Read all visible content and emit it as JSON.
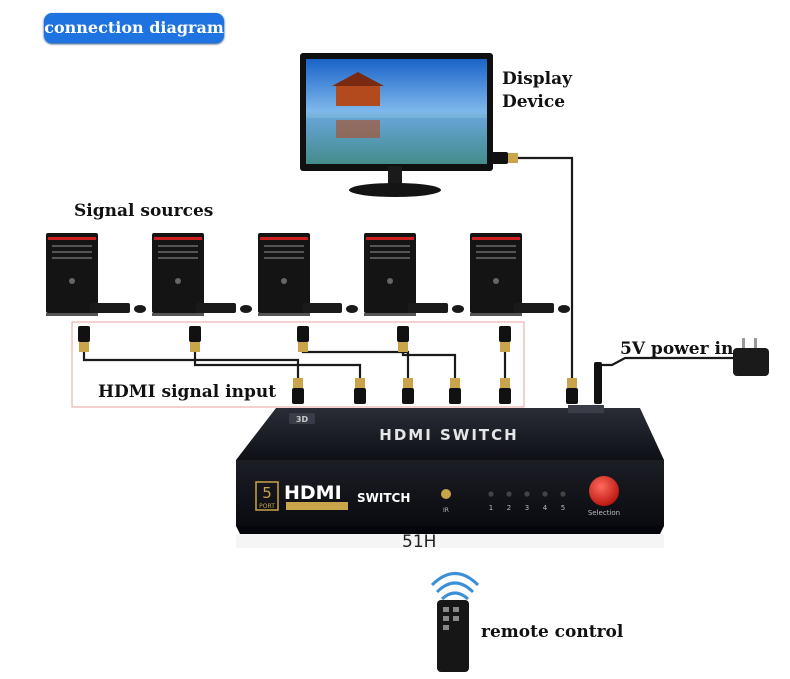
{
  "header": {
    "badge": "connection diagram"
  },
  "labels": {
    "display_line1": "Display",
    "display_line2": "Device",
    "signal_sources": "Signal sources",
    "hdmi_signal_input": "HDMI signal input",
    "power_in": "5V power in",
    "remote_control": "remote control"
  },
  "device": {
    "top_title": "HDMI SWITCH",
    "port_count": "5",
    "port_word": "PORT",
    "brand": "HDMI",
    "front_switch": "SWITCH",
    "ir_label": "IR",
    "led_labels": [
      "1",
      "2",
      "3",
      "4",
      "5"
    ],
    "selection_label": "Selection",
    "model": "51H",
    "badge_3d": "3D",
    "button_color": "#e8231c"
  },
  "colors": {
    "badge_bg": "#1e73e0",
    "cable": "#1a1a1a",
    "connector_gold": "#c9a44a"
  }
}
